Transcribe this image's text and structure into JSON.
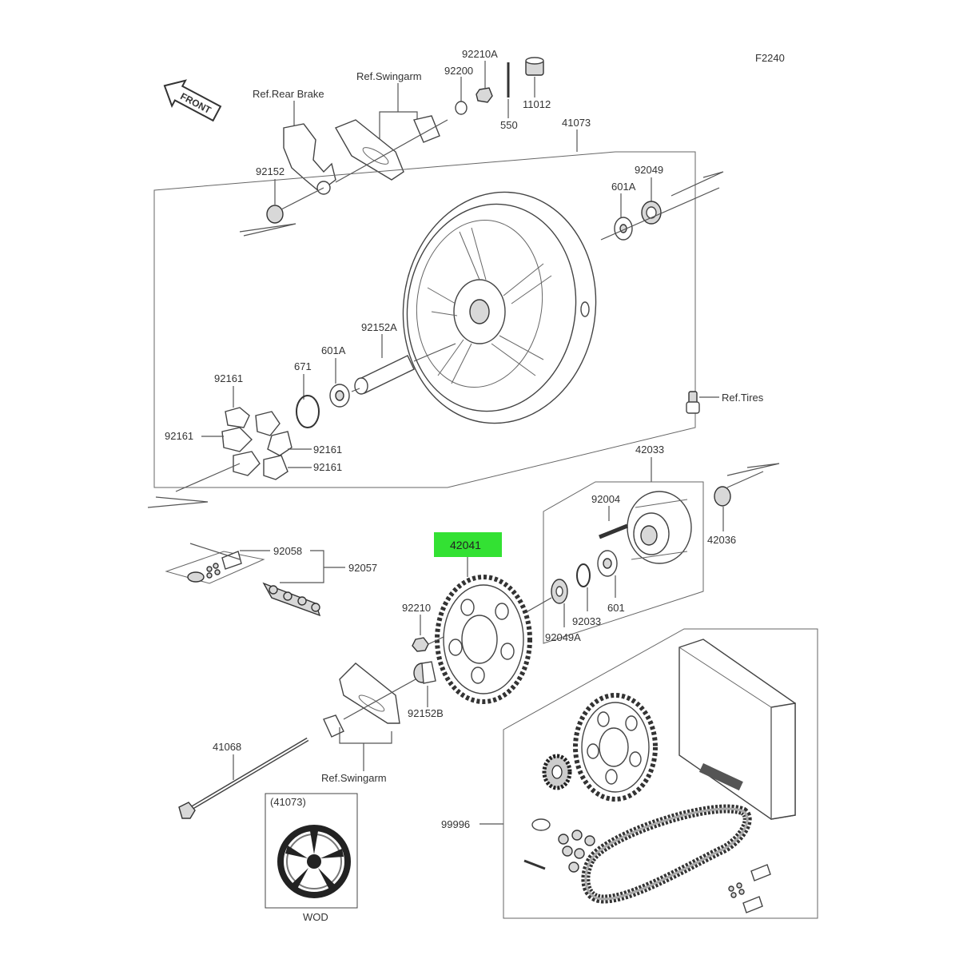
{
  "diagram_id": "F2240",
  "highlight": {
    "part": "42041",
    "color": "#33e133"
  },
  "front_label": "FRONT",
  "labels": {
    "p92210A": "92210A",
    "p11012": "11012",
    "p92200": "92200",
    "p550": "550",
    "ref_swingarm_top": "Ref.Swingarm",
    "ref_rear_brake": "Ref.Rear Brake",
    "p41073": "41073",
    "p92049": "92049",
    "p601A_r": "601A",
    "p92152": "92152",
    "p92152A": "92152A",
    "p671": "671",
    "p601A_l": "601A",
    "p92161_a": "92161",
    "p92161_b": "92161",
    "p92161_c": "92161",
    "p92161_d": "92161",
    "ref_tires": "Ref.Tires",
    "p42033": "42033",
    "p92004": "92004",
    "p42036": "42036",
    "p92058": "92058",
    "p92057": "92057",
    "p92210": "92210",
    "p601": "601",
    "p92033": "92033",
    "p92049A": "92049A",
    "p92152B": "92152B",
    "p41068": "41068",
    "ref_swingarm_bottom": "Ref.Swingarm",
    "inset_ref": "(41073)",
    "inset_code": "WOD",
    "p99996": "99996"
  }
}
